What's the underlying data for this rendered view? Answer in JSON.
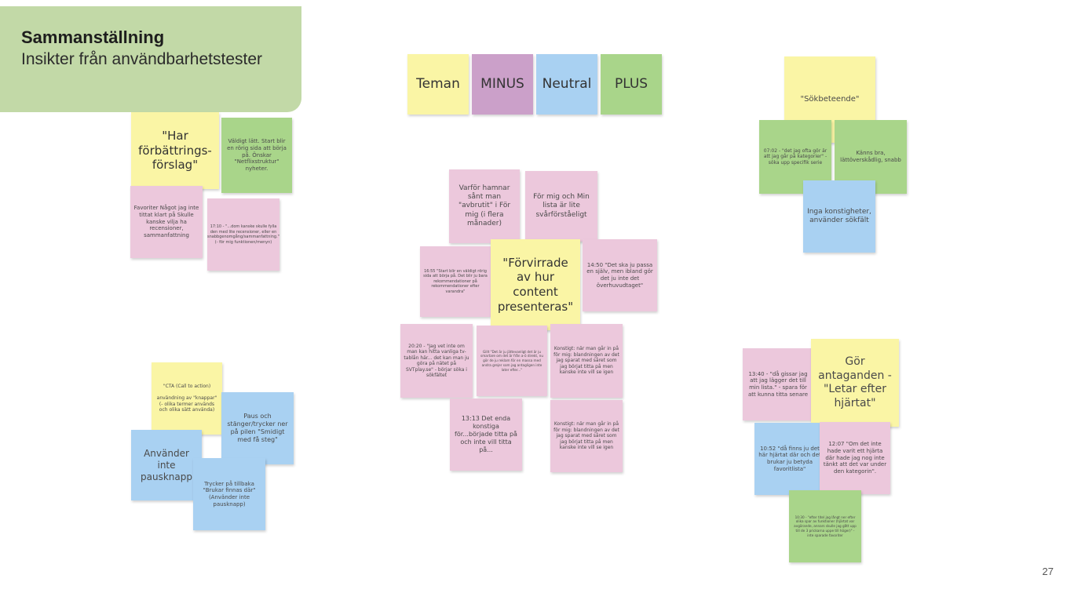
{
  "header": {
    "title": "Sammanställning",
    "subtitle": "Insikter från användbarhetstester"
  },
  "themes": {
    "teman": "Teman",
    "minus": "MINUS",
    "neutral": "Neutral",
    "plus": "PLUS"
  },
  "cluster_forbattring": {
    "headline": "\"Har förbättrings-förslag\"",
    "green": "Väldigt lätt. Start blir en rörig sida att börja på. Önskar \"Netflixstruktur\" nyheter.",
    "favoriter": "Favoriter Något jag inte tittat klart på Skulle kanske vilja ha recensioner, sammanfattning",
    "quote": "17:10 - \"...dom kanske skulle fylla den med lite recensioner, eller en snabbgenomgång/sammanfattning.\" (- för mig funktionen/menyn)"
  },
  "cluster_cta": {
    "cta": "\"CTA (Call to action)\n\nanvändning av \"knappar\" (- olika termer används och olika sätt använda)",
    "paus": "Paus och stänger/trycker ner på pilen \"Smidigt med få steg\"",
    "anvander": "Använder inte pausknapp",
    "trycker": "Trycker på tillbaka \"Brukar finnas där\" (Använder inte pausknapp)"
  },
  "cluster_content": {
    "varfor": "Varför hamnar sånt man \"avbrutit\" i För mig (i flera månader)",
    "formig": "För mig och Min lista är lite svårförståeligt",
    "q1655": "16:55 \"Start blir en väldigt rörig sida att börja på. Det blir ju bara rekommendationer på rekommendationer efter varandra\"",
    "headline": "\"Förvirrade av hur content presenteras\"",
    "q1450": "14:50 \"Det ska ju passa en själv, men ibland gör det ju inte det överhuvudtaget\"",
    "q2020": "20:20 - \"Jag vet inte om man kan hitta vanliga tv-tablån här... det kan man ju göra på nätet på SVTplay.se\" - börjar söka i sökfältet",
    "q_small": "Gillt \"Det är ju jättevanligt det är ju smartare om det är från a-ö direkt, nu gör de ju reklam för en massa med andra grejer som jag antagligen inte later efter...\"",
    "konstigt1": "Konstigt: när man går in på för mig: blandningen av det jag sparat med såret som jag börjat titta på men kanske inte vill se igen",
    "q1313": "13:13 Det enda konstiga för...började titta på och inte vill titta på...",
    "konstigt2": "Konstigt: när man går in på för mig: blandningen av det jag sparat med såret som jag börjat titta på men kanske inte vill se igen"
  },
  "cluster_sok": {
    "headline": "\"Sökbeteende\"",
    "q0702": "07:02 - \"det jag ofta gör är att jag går på kategorier\" - söka upp specifik serie",
    "kanns": "Känns bra, lättöverskådlig, snabb",
    "inga": "Inga konstigheter, använder sökfält"
  },
  "cluster_antaganden": {
    "q1340": "13:40 - \"då gissar jag att jag lägger det till min lista.\" - spara för att kunna titta senare",
    "headline": "Gör antaganden - \"Letar efter hjärtat\"",
    "q1052": "10:52 \"då finns ju det här hjärtat där och det brukar ju betyda favoritlista\"",
    "q1207": "12:07 \"Om det inte hade varit ett hjärta där hade jag nog inte tänkt att det var under den kategorin\".",
    "q1030": "10:30 - \"efter titel jag långt ner efter olika spar av funktioner (hjärtat var avgörande, annars skulle jag gått upp till de 3 prickarna uppe till höger)\" - inte sparade favoriter"
  },
  "page_number": "27",
  "colors": {
    "header_bg": "#c2d9a7",
    "yellow": "#faf5a5",
    "pink": "#ecc8dc",
    "green": "#a9d58a",
    "blue": "#a9d1f2",
    "magenta": "#cba0c9"
  }
}
